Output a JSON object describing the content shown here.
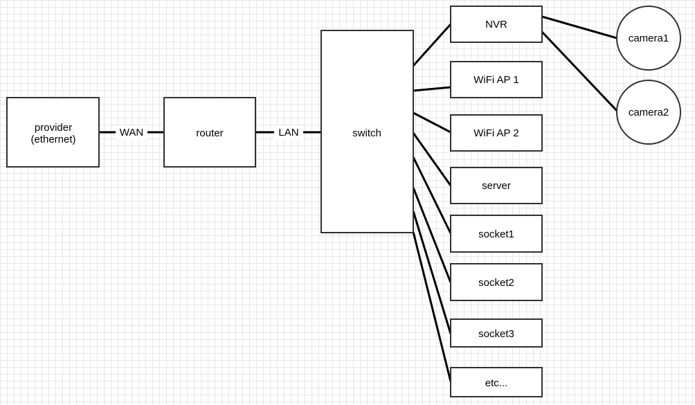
{
  "diagram": {
    "nodes": {
      "provider": {
        "label_line1": "provider",
        "label_line2": "(ethernet)"
      },
      "router": {
        "label": "router"
      },
      "switch": {
        "label": "switch"
      },
      "nvr": {
        "label": "NVR"
      },
      "wifi_ap_1": {
        "label": "WiFi AP 1"
      },
      "wifi_ap_2": {
        "label": "WiFi AP 2"
      },
      "server": {
        "label": "server"
      },
      "socket1": {
        "label": "socket1"
      },
      "socket2": {
        "label": "socket2"
      },
      "socket3": {
        "label": "socket3"
      },
      "etc": {
        "label": "etc..."
      },
      "camera1": {
        "label": "camera1"
      },
      "camera2": {
        "label": "camera2"
      }
    },
    "edges": {
      "wan": {
        "label": "WAN"
      },
      "lan": {
        "label": "LAN"
      }
    }
  }
}
